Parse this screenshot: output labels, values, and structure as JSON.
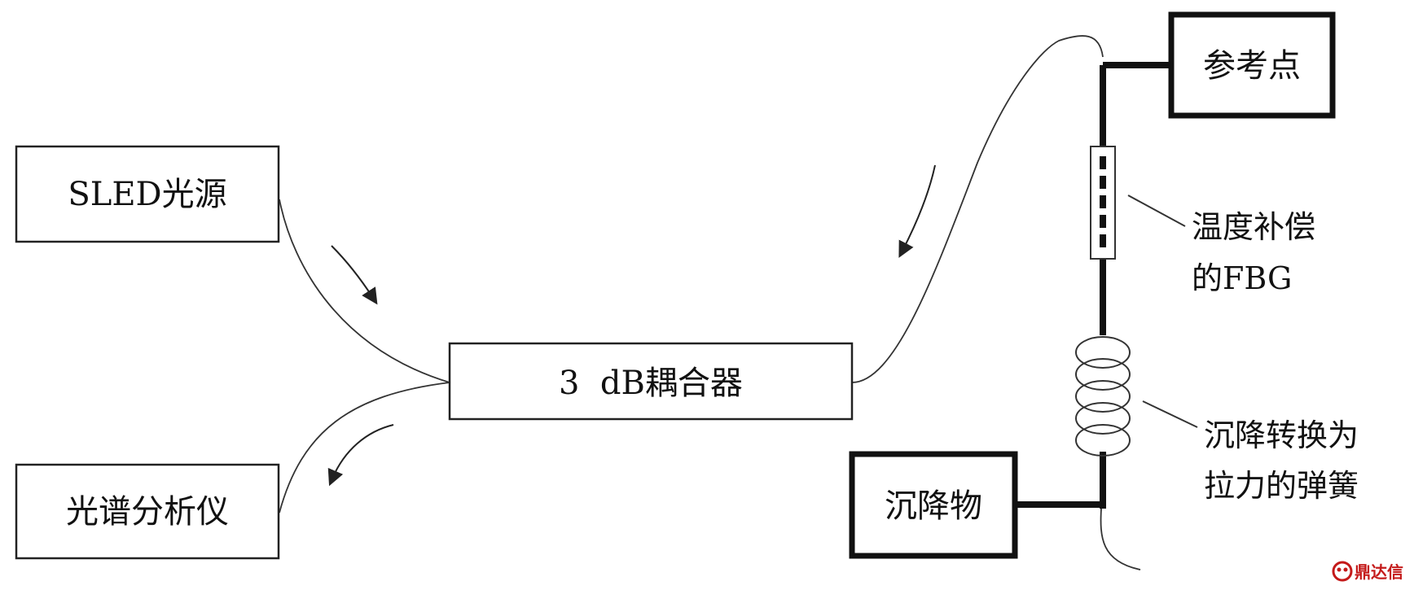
{
  "nodes": {
    "source": "SLED光源",
    "analyzer": "光谱分析仪",
    "coupler": "3  dB耦合器",
    "reference": "参考点",
    "settlement": "沉降物"
  },
  "annotations": {
    "fbg_line1": "温度补偿",
    "fbg_line2": "的FBG",
    "spring_line1": "沉降转换为",
    "spring_line2": "拉力的弹簧"
  },
  "watermark": {
    "text": "鼎达信",
    "color": "#c41a1a"
  }
}
